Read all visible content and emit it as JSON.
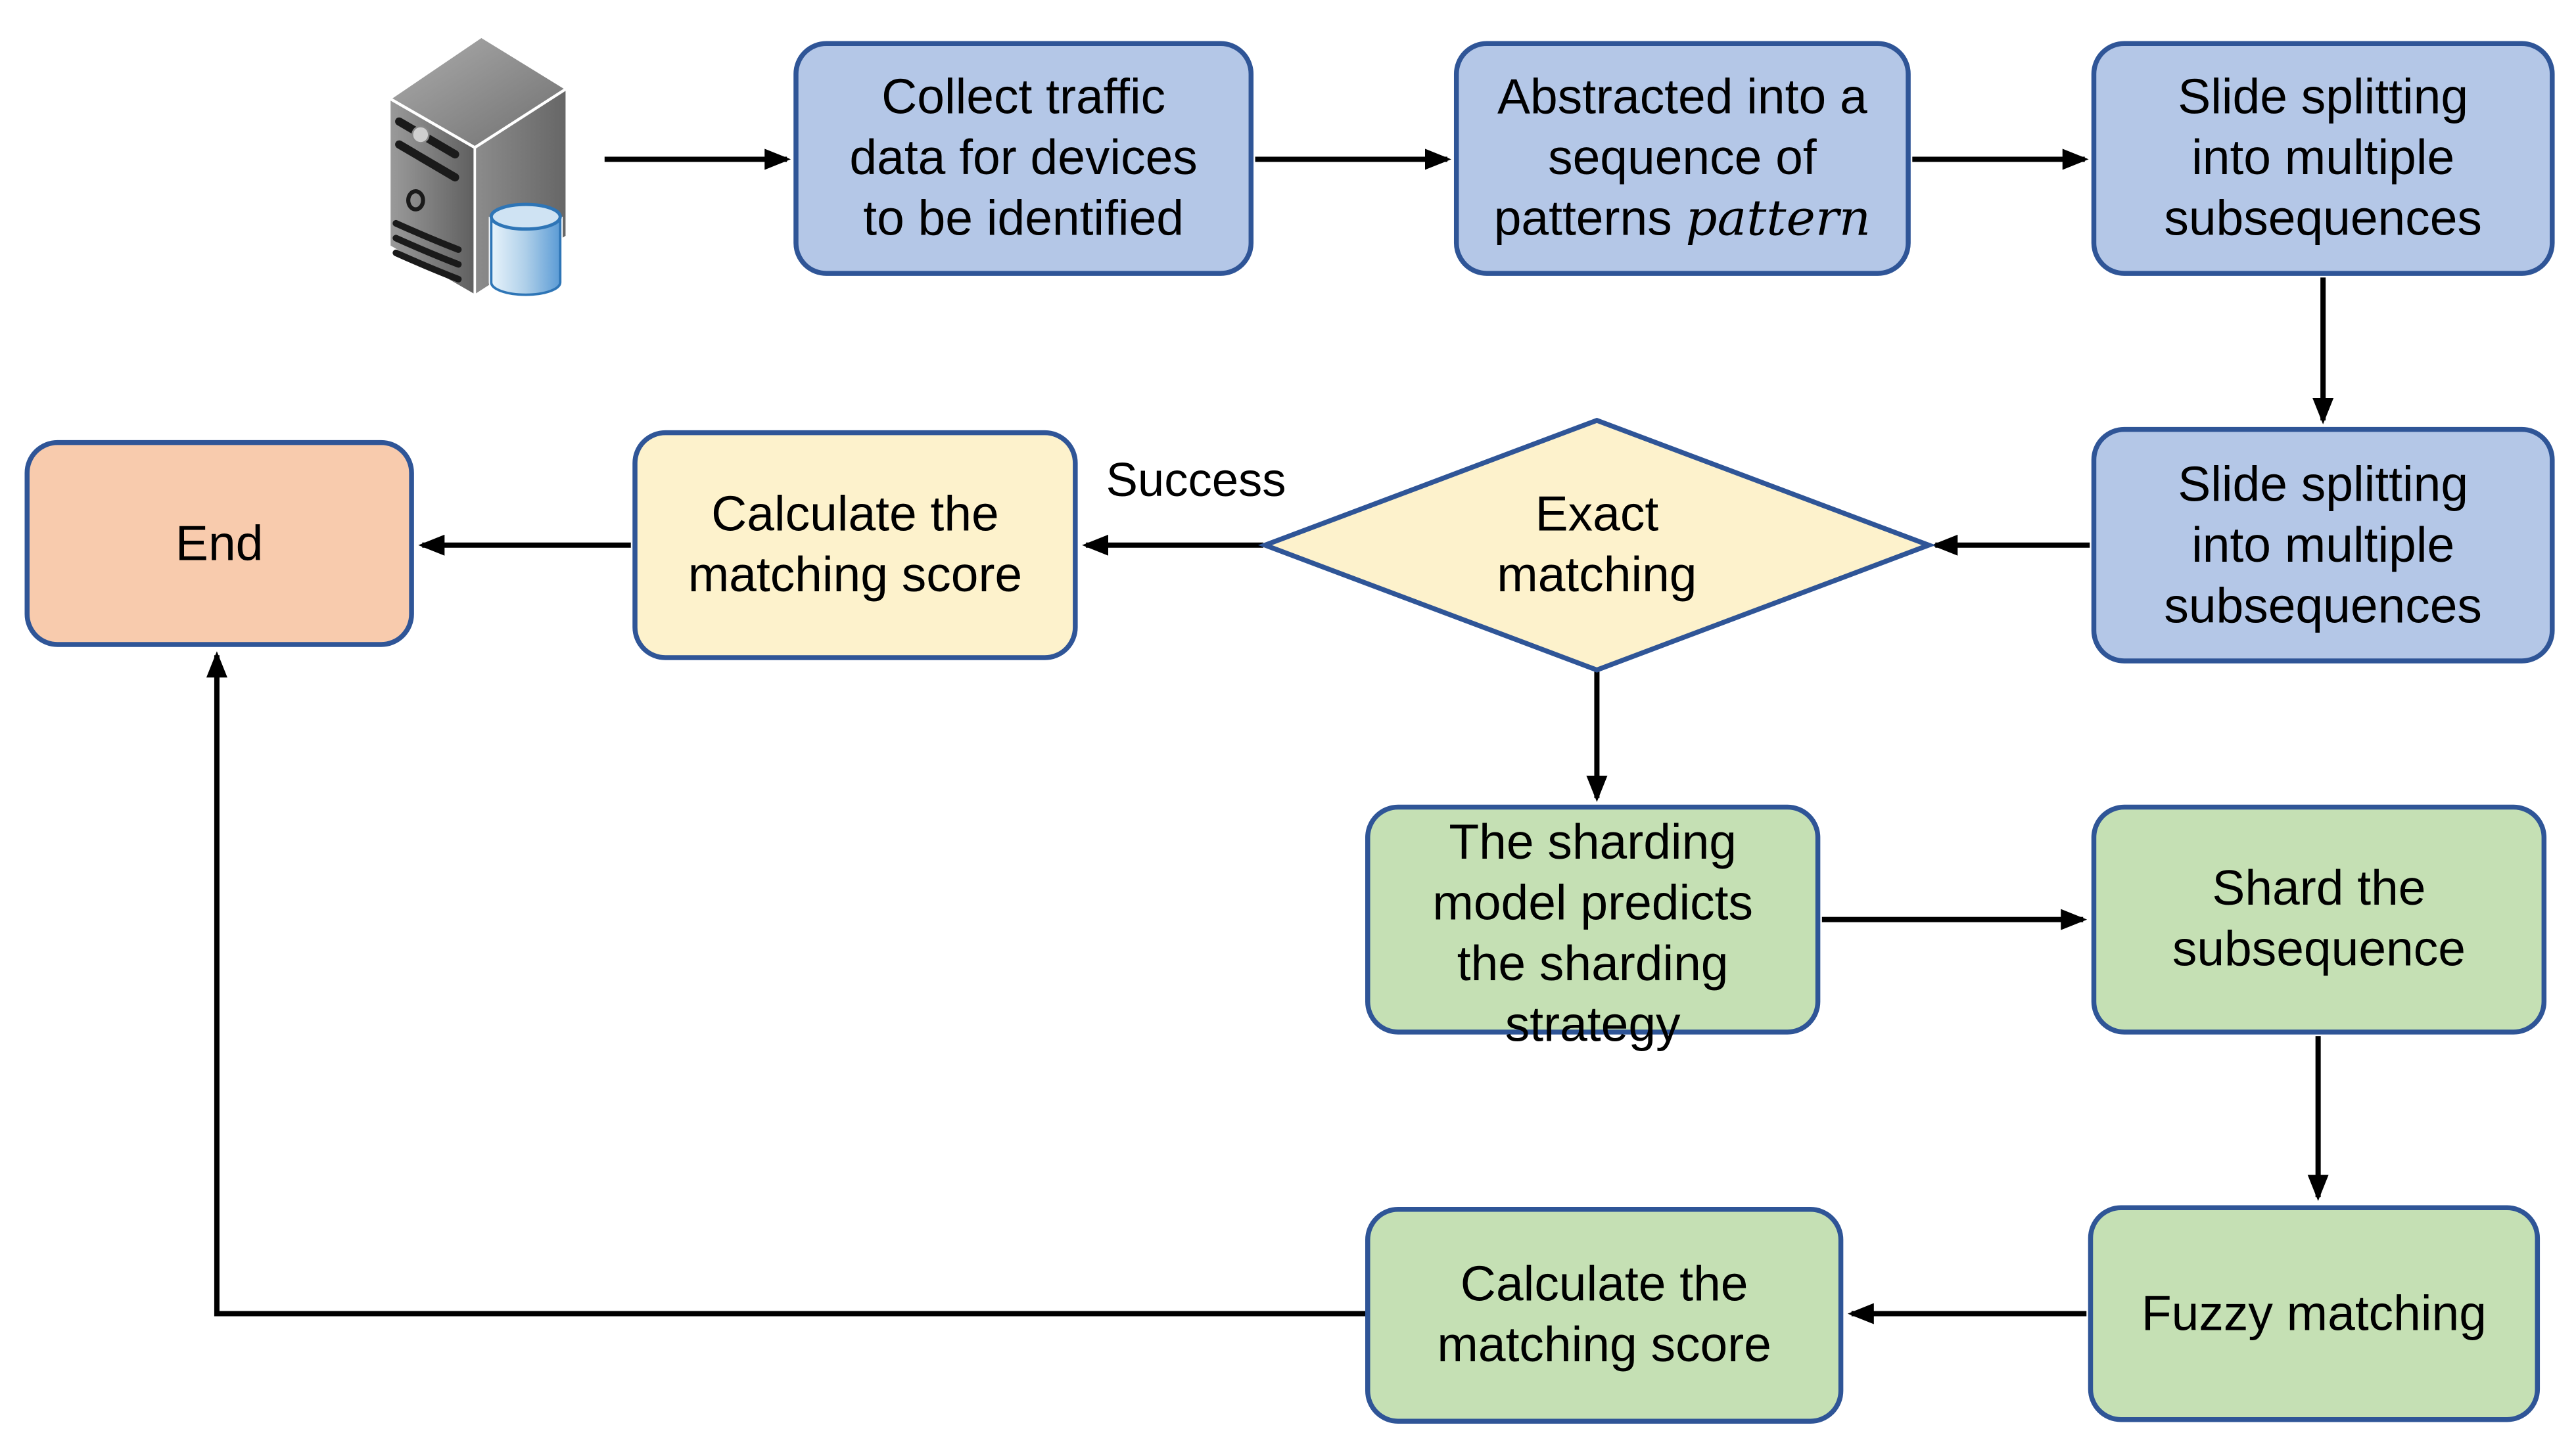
{
  "palette": {
    "process_blue_fill": "#B4C7E7",
    "process_green_fill": "#C5E0B4",
    "decision_yellow_fill": "#FDF2CC",
    "terminator_orange_fill": "#F8CBAD",
    "shape_border": "#2F5597",
    "arrow_color": "#000000",
    "text_color": "#000000",
    "database_blue": "#5B9BD5",
    "server_gray": "#808080"
  },
  "flowchart": {
    "icons": {
      "server": "server-icon",
      "database": "database-cylinder-icon"
    },
    "nodes": {
      "collect": {
        "lines": [
          "Collect traffic",
          "data for devices",
          "to be identified"
        ]
      },
      "abstract": {
        "lines": [
          "Abstracted into a",
          "sequence of",
          "patterns"
        ],
        "var": "pattern"
      },
      "slide1": {
        "lines": [
          "Slide splitting",
          "into multiple",
          "subsequences"
        ]
      },
      "slide2": {
        "lines": [
          "Slide splitting",
          "into multiple",
          "subsequences"
        ]
      },
      "exact": {
        "lines": [
          "Exact",
          "matching"
        ]
      },
      "calc_exact": {
        "lines": [
          "Calculate the",
          "matching score"
        ]
      },
      "end": {
        "label": "End"
      },
      "sharding_model": {
        "lines": [
          "The sharding",
          "model predicts",
          "the sharding",
          "strategy"
        ]
      },
      "shard_subseq": {
        "lines": [
          "Shard the",
          "subsequence"
        ]
      },
      "fuzzy": {
        "label": "Fuzzy matching"
      },
      "calc_fuzzy": {
        "lines": [
          "Calculate the",
          "matching score"
        ]
      }
    },
    "labels": {
      "success": "Success"
    }
  }
}
